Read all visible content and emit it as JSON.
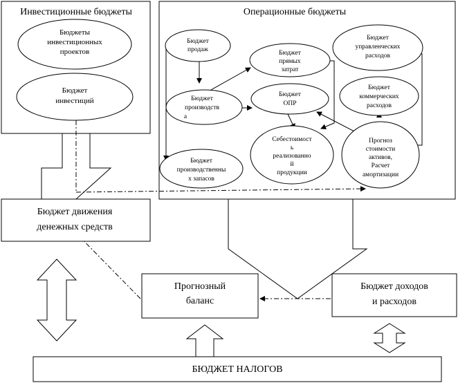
{
  "investment_panel": {
    "title": "Инвестиционные бюджеты",
    "project_budgets": [
      "Бюджеты",
      "инвестиционных",
      "проектов"
    ],
    "investment_budget": [
      "Бюджет",
      "инвестиций"
    ]
  },
  "operating_panel": {
    "title": "Операционные бюджеты",
    "sales_budget": [
      "Бюджет",
      "продаж"
    ],
    "direct_costs_budget": [
      "Бюджет",
      "прямых",
      "затрат"
    ],
    "production_budget": [
      "Бюджет",
      "производств",
      "а"
    ],
    "opr_budget": [
      "Бюджет",
      "ОПР"
    ],
    "cost_of_goods_sold": [
      "Себестоимост",
      "ь",
      "реализованно",
      "й",
      "продукции"
    ],
    "inventory_budget": [
      "Бюджет",
      "производственны",
      "х запасов"
    ],
    "management_expenses_budget": [
      "Бюджет",
      "управленческих",
      "расходов"
    ],
    "commercial_expenses_budget": [
      "Бюджет",
      "коммерческих",
      "расходов"
    ],
    "asset_value_forecast": [
      "Прогноз",
      "стоимости",
      "активов,",
      "Расчет",
      "амортизации"
    ]
  },
  "cash_flow_budget": [
    "Бюджет движения",
    "денежных средств"
  ],
  "forecast_balance": [
    "Прогнозный",
    "баланс"
  ],
  "income_expense_budget": [
    "Бюджет доходов",
    "и расходов"
  ],
  "tax_budget": "БЮДЖЕТ НАЛОГОВ"
}
